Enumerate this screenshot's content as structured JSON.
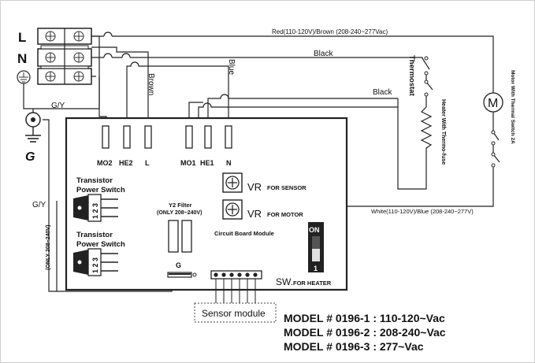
{
  "terminals": {
    "line": "L",
    "neutral": "N",
    "ground": "G"
  },
  "wires": {
    "red_brown": "Red(110-120V)/Brown (208-240~277Vac)",
    "black_top": "Black",
    "black_mid": "Black",
    "brown": "Brown",
    "blue": "Blue",
    "gy_top": "G/Y",
    "gy_left": "G/Y",
    "only_208": "(ONLY 208~240V)",
    "white_blue": "White(110-120V)/Blue (208-240~277V)"
  },
  "components": {
    "thermostat": "Thermostat",
    "heater": "Heater With Thermo-fuse",
    "motor_symbol": "M",
    "motor": "Motor With Thermal Switch 2A"
  },
  "board": {
    "pins": [
      "MO2",
      "HE2",
      "L",
      "MO1",
      "HE1",
      "N"
    ],
    "transistor1_line1": "Transistor",
    "transistor1_line2": "Power Switch",
    "transistor2_line1": "Transistor",
    "transistor2_line2": "Power Switch",
    "transistor_pins": "1 2 3",
    "filter_line1": "Y2 Filter",
    "filter_line2": "(ONLY 208~240V)",
    "filter_ground": "G",
    "vr_sensor_main": "VR",
    "vr_sensor_sub": "FOR SENSOR",
    "vr_motor_main": "VR",
    "vr_motor_sub": "FOR MOTOR",
    "module_label": "Circuit Board Module",
    "switch_on": "ON",
    "switch_num": "1",
    "sw_main": "SW.",
    "sw_sub": "FOR HEATER"
  },
  "sensor_module": "Sensor module",
  "models": [
    "MODEL # 0196-1 : 110-120~Vac",
    "MODEL # 0196-2 : 208-240~Vac",
    "MODEL # 0196-3 : 277~Vac"
  ]
}
